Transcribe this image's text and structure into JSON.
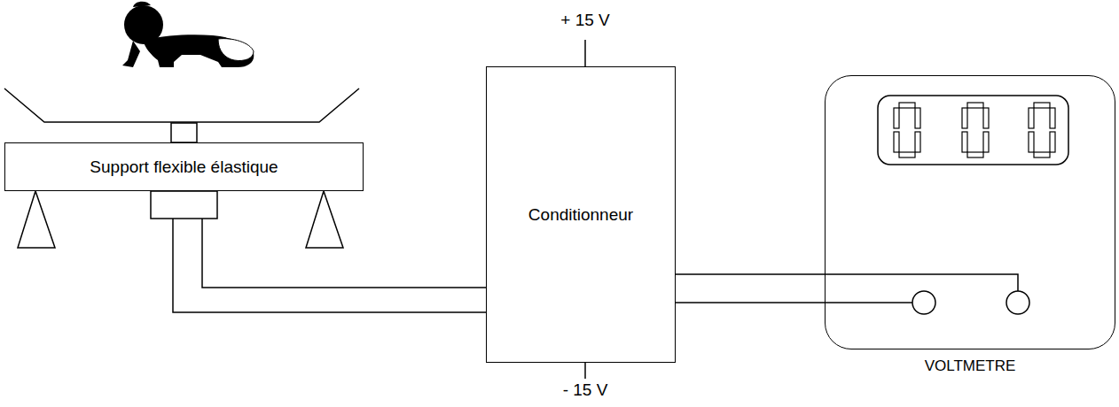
{
  "diagram": {
    "nodes": [
      {
        "text": [
          "Support flexible élastique"
        ]
      },
      {
        "text": [
          "Conditionneur"
        ]
      },
      {
        "text": [
          "VOLTMETRE"
        ]
      }
    ],
    "edges": [
      {
        "from": 0,
        "to": 1,
        "arrow": "none"
      },
      {
        "from": 0,
        "to": 1,
        "arrow": "none"
      },
      {
        "from": 1,
        "to": 2,
        "arrow": "none"
      },
      {
        "from": 1,
        "to": 2,
        "arrow": "none"
      }
    ],
    "labels": [
      "+ 15 V",
      "- 15 V"
    ]
  }
}
